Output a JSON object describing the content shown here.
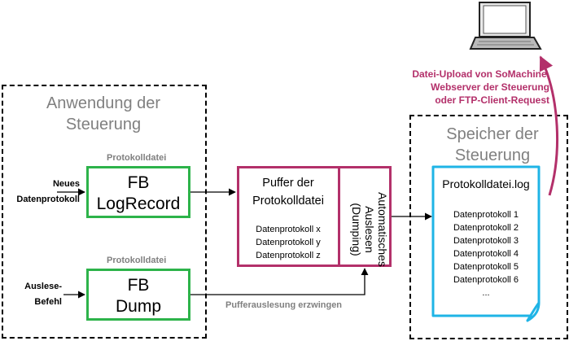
{
  "region_left": {
    "title_line1": "Anwendung der",
    "title_line2": "Steuerung"
  },
  "region_right": {
    "title_line1": "Speicher der",
    "title_line2": "Steuerung"
  },
  "logrecord": {
    "file_label": "Protokolldatei",
    "line1": "FB",
    "line2": "LogRecord",
    "input_line1": "Neues",
    "input_line2": "Datenprotokoll"
  },
  "dump": {
    "file_label": "Protokolldatei",
    "line1": "FB",
    "line2": "Dump",
    "input_line1": "Auslese-",
    "input_line2": "Befehl",
    "force_label": "Pufferauslesung erzwingen"
  },
  "buffer": {
    "title_line1": "Puffer der",
    "title_line2": "Protokolldatei",
    "entries": [
      "Datenprotokoll x",
      "Datenprotokoll y",
      "Datenprotokoll z"
    ],
    "dump_line1": "Automatisches",
    "dump_line2": "Auslesen",
    "dump_line3": "(Dumping)"
  },
  "logfile": {
    "title": "Protokolldatei.log",
    "entries": [
      "Datenprotokoll 1",
      "Datenprotokoll 2",
      "Datenprotokoll 3",
      "Datenprotokoll 4",
      "Datenprotokoll 5",
      "Datenprotokoll 6",
      "..."
    ]
  },
  "upload": {
    "line1": "Datei-Upload von SoMachine,",
    "line2": "Webserver der Steuerung",
    "line3": "oder FTP-Client-Request"
  },
  "icons": {
    "computer": "laptop-icon"
  },
  "colors": {
    "green": "#2db34a",
    "pink": "#b3306a",
    "cyan": "#1fb4e6",
    "gray": "#808080"
  }
}
